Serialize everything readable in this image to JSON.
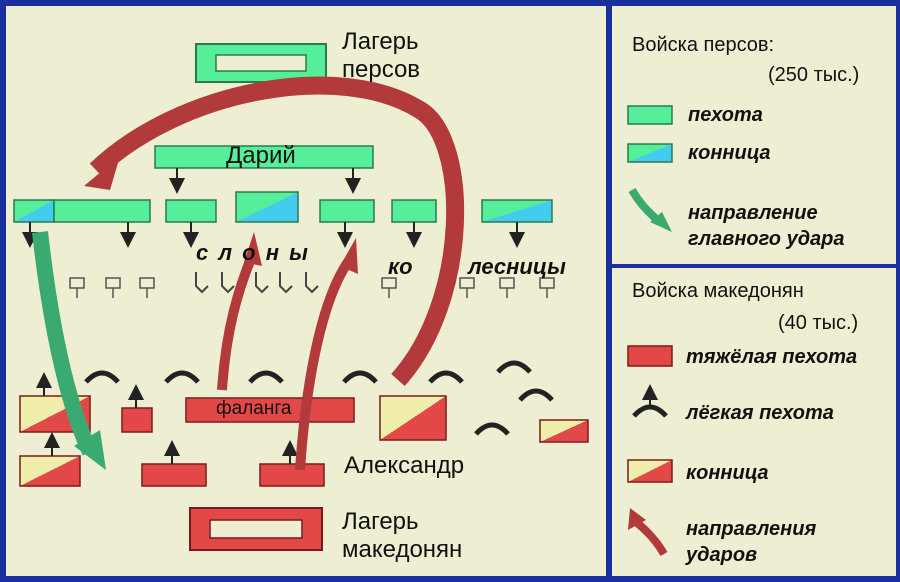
{
  "map": {
    "persian_camp": "Лагерь\nперсов",
    "darius": "Дарий",
    "elephants": "с л о н ы",
    "chariots_1": "ко",
    "chariots_2": "лесницы",
    "phalanx": "фаланга",
    "alexander": "Александр",
    "macedonian_camp": "Лагерь\nмакедонян"
  },
  "legend_persian": {
    "title": "Войска персов:",
    "count": "(250 тыс.)",
    "items": [
      "пехота",
      "конница",
      "направление\nглавного удара"
    ]
  },
  "legend_macedonian": {
    "title": "Войска македонян",
    "count": "(40 тыс.)",
    "items": [
      "тяжёлая пехота",
      "лёгкая пехота",
      "конница",
      "направления\nударов"
    ]
  },
  "colors": {
    "persian_infantry": "#55ee99",
    "persian_cavalry_accent": "#44ccee",
    "macedonian_heavy": "#e24848",
    "macedonian_cavalry_light": "#eeeeaa",
    "arrow_red": "#b23a3a",
    "arrow_green": "#3aaa70",
    "frame": "#1a2fa0",
    "background": "#eeeed2"
  }
}
